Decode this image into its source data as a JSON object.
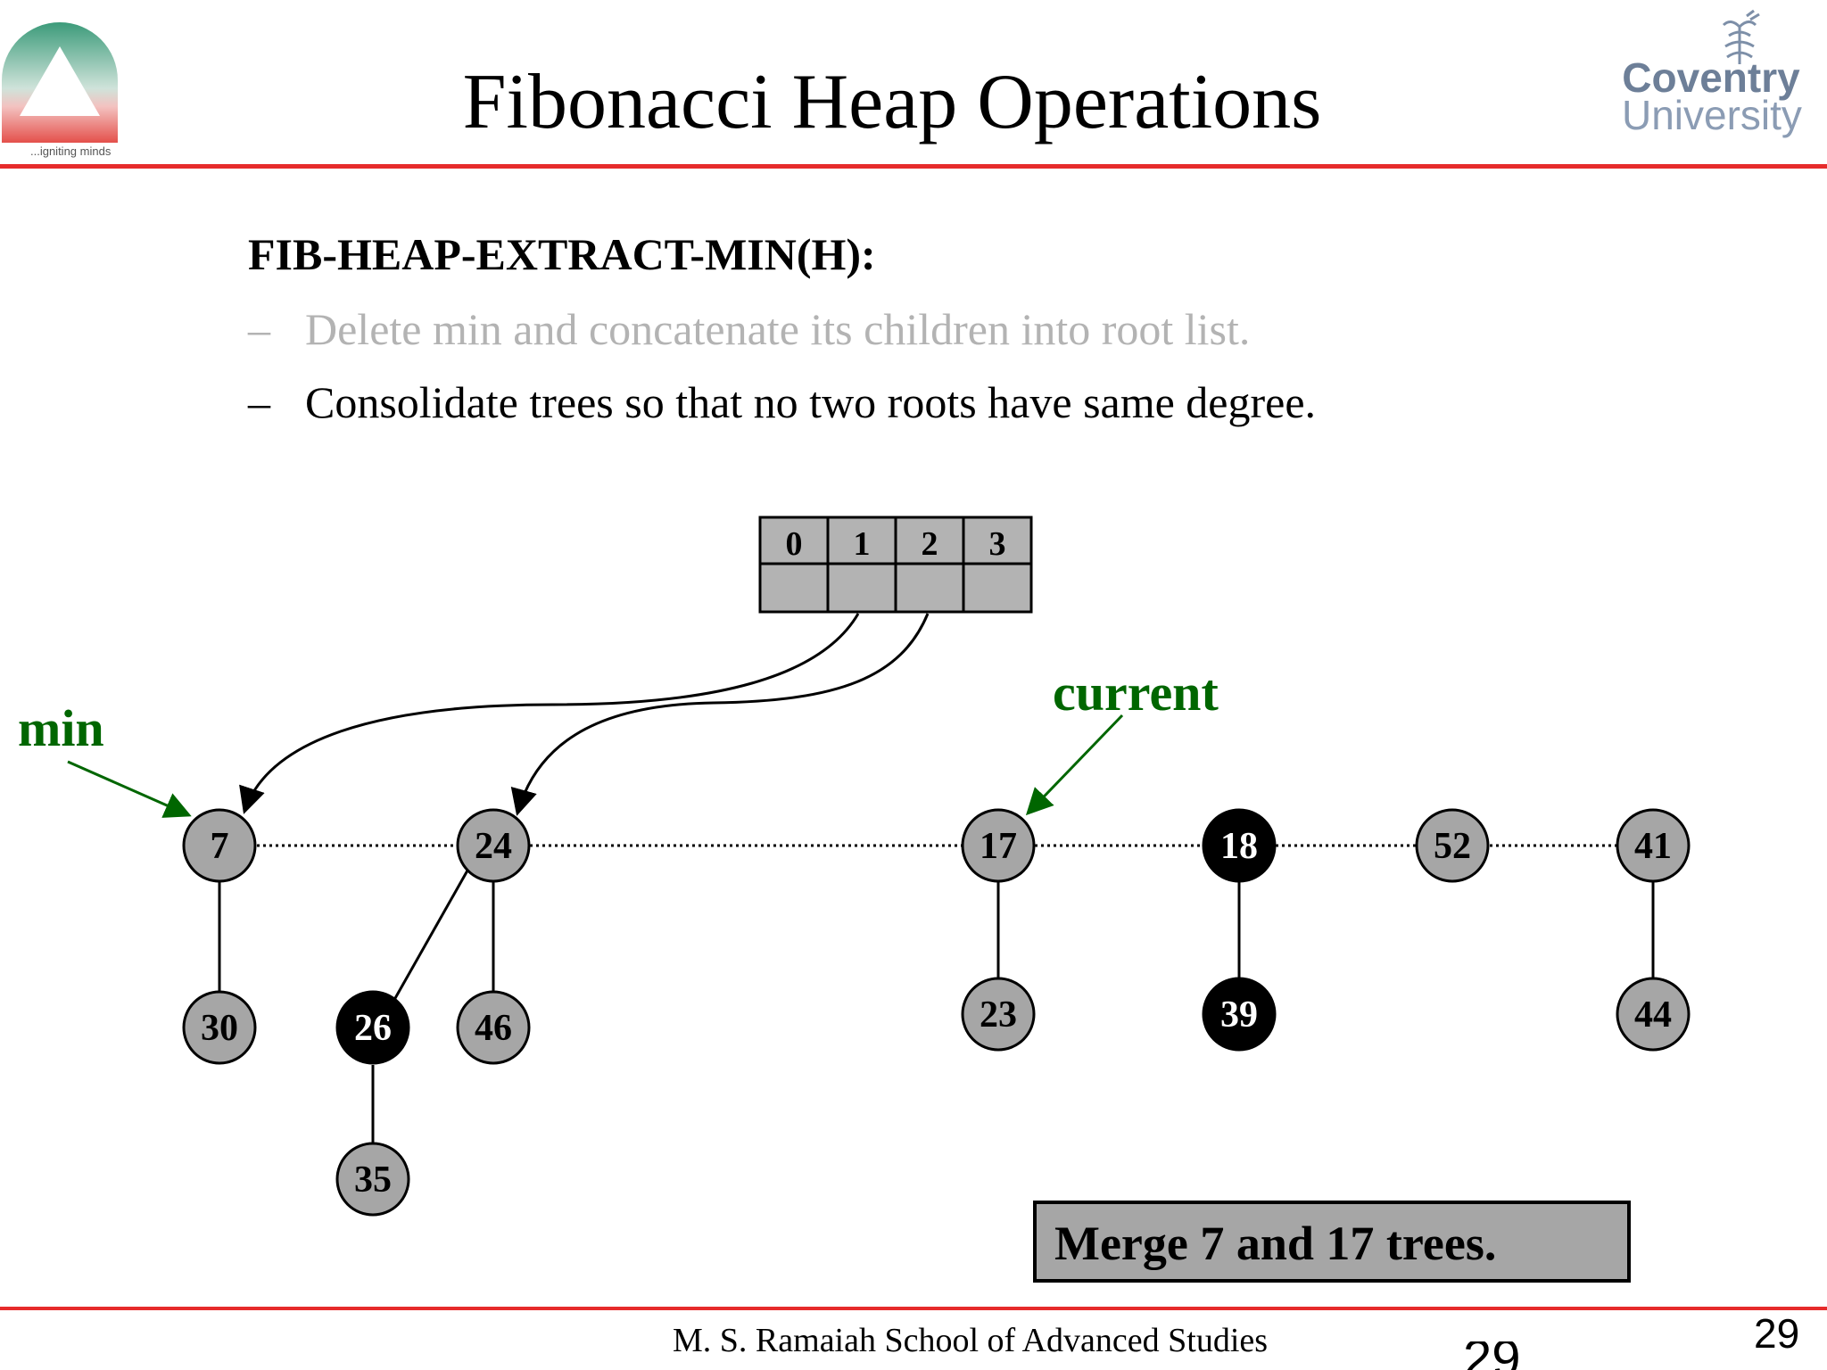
{
  "header": {
    "title": "Fibonacci Heap Operations",
    "left_logo_tagline": "...igniting minds",
    "right_logo_line1": "Coventry",
    "right_logo_line2": "University"
  },
  "content": {
    "heading": "FIB-HEAP-EXTRACT-MIN(H):",
    "bullets": [
      {
        "dash": "–",
        "text": "Delete min and concatenate its children into root list."
      },
      {
        "dash": "–",
        "text": "Consolidate trees so that no two roots have same degree."
      }
    ]
  },
  "diagram": {
    "array_indices": [
      "0",
      "1",
      "2",
      "3"
    ],
    "pointer_labels": {
      "min": "min",
      "current": "current"
    },
    "nodes": {
      "n7": "7",
      "n24": "24",
      "n17": "17",
      "n18": "18",
      "n52": "52",
      "n41": "41",
      "n30": "30",
      "n26": "26",
      "n46": "46",
      "n35": "35",
      "n23": "23",
      "n39": "39",
      "n44": "44"
    },
    "caption": "Merge 7 and 17 trees.",
    "colors": {
      "node_gray": "#a6a6a6",
      "node_marked": "#000000",
      "array_fill": "#b3b3b3",
      "pointer_green": "#006600",
      "accent_red": "#e62b2b"
    }
  },
  "footer": {
    "school": "M. S. Ramaiah School of Advanced Studies",
    "page_number": "29",
    "ghost_page_number": "29"
  }
}
